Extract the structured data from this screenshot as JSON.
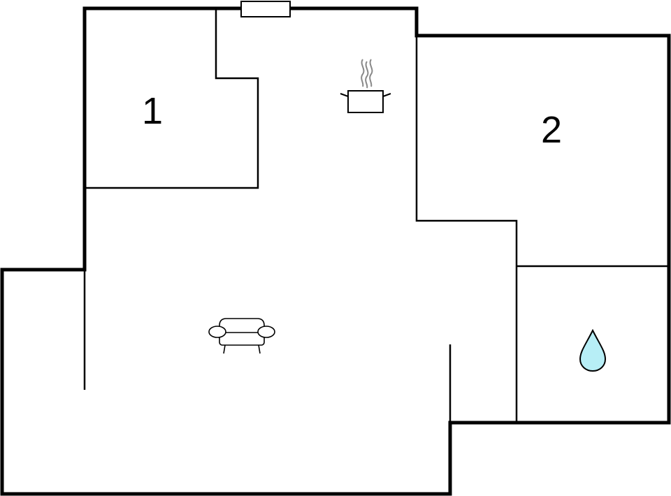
{
  "floorplan": {
    "rooms": [
      {
        "id": "bedroom-1",
        "label": "1"
      },
      {
        "id": "bedroom-2",
        "label": "2"
      }
    ],
    "icons": [
      {
        "name": "kitchen-pot-icon",
        "room": "kitchen"
      },
      {
        "name": "sofa-icon",
        "room": "living-room"
      },
      {
        "name": "water-drop-icon",
        "room": "bathroom"
      },
      {
        "name": "window-icon",
        "room": "kitchen"
      }
    ]
  },
  "colors": {
    "wall": "#000000",
    "background": "#ffffff",
    "water_drop": "#b7eef6",
    "steam": "#888888"
  }
}
